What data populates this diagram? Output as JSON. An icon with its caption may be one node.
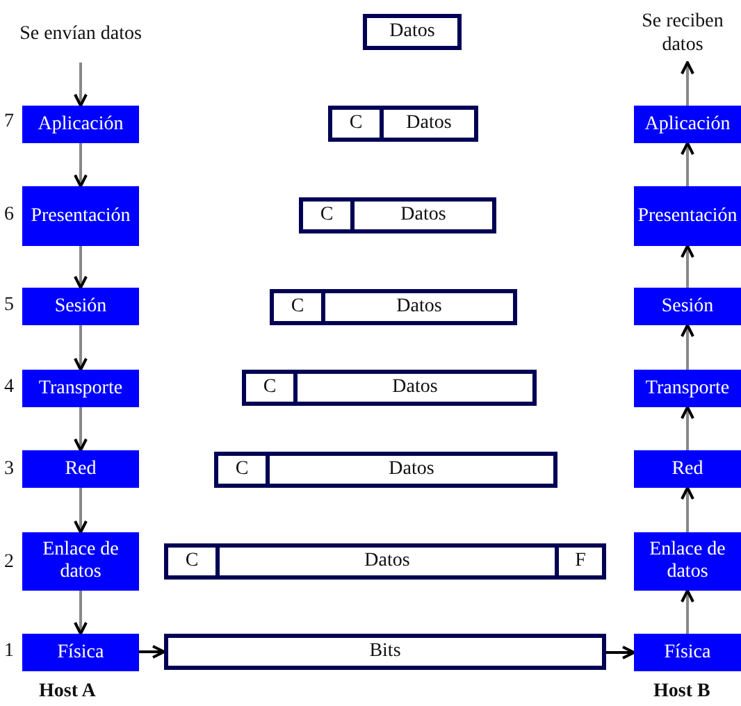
{
  "diagram": {
    "nodes": [
      {
        "text": [
          "Se envían datos"
        ]
      },
      {
        "text": [
          "Aplicación"
        ]
      },
      {
        "text": [
          "Presentación"
        ]
      },
      {
        "text": [
          "Sesión"
        ]
      },
      {
        "text": [
          "Transporte"
        ]
      },
      {
        "text": [
          "Red"
        ]
      },
      {
        "text": [
          "Enlace de datos"
        ]
      },
      {
        "text": [
          "Física"
        ]
      },
      {
        "text": [
          "Datos"
        ]
      },
      {
        "text": [
          "C",
          "Datos"
        ]
      },
      {
        "text": [
          "C",
          "Datos"
        ]
      },
      {
        "text": [
          "C",
          "Datos"
        ]
      },
      {
        "text": [
          "C",
          "Datos"
        ]
      },
      {
        "text": [
          "C",
          "Datos"
        ]
      },
      {
        "text": [
          "C",
          "Datos",
          "F"
        ]
      },
      {
        "text": [
          "Bits"
        ]
      },
      {
        "text": [
          "Aplicación"
        ]
      },
      {
        "text": [
          "Presentación"
        ]
      },
      {
        "text": [
          "Sesión"
        ]
      },
      {
        "text": [
          "Transporte"
        ]
      },
      {
        "text": [
          "Red"
        ]
      },
      {
        "text": [
          "Enlace de datos"
        ]
      },
      {
        "text": [
          "Física"
        ]
      },
      {
        "text": [
          "Se reciben datos"
        ]
      }
    ],
    "edges": [
      {
        "from": 0,
        "to": 1,
        "arrow": "to"
      },
      {
        "from": 1,
        "to": 2,
        "arrow": "to"
      },
      {
        "from": 2,
        "to": 3,
        "arrow": "to"
      },
      {
        "from": 3,
        "to": 4,
        "arrow": "to"
      },
      {
        "from": 4,
        "to": 5,
        "arrow": "to"
      },
      {
        "from": 5,
        "to": 6,
        "arrow": "to"
      },
      {
        "from": 6,
        "to": 7,
        "arrow": "to"
      },
      {
        "from": 7,
        "to": 15,
        "arrow": "to",
        "color": "#000000"
      },
      {
        "from": 15,
        "to": 22,
        "arrow": "to",
        "color": "#000000"
      },
      {
        "from": 22,
        "to": 21,
        "arrow": "to"
      },
      {
        "from": 21,
        "to": 20,
        "arrow": "to"
      },
      {
        "from": 20,
        "to": 19,
        "arrow": "to"
      },
      {
        "from": 19,
        "to": 18,
        "arrow": "to"
      },
      {
        "from": 18,
        "to": 17,
        "arrow": "to"
      },
      {
        "from": 17,
        "to": 16,
        "arrow": "to"
      },
      {
        "from": 16,
        "to": 23,
        "arrow": "to"
      }
    ],
    "labels": [
      "7",
      "6",
      "5",
      "4",
      "3",
      "2",
      "1",
      "Host A",
      "Host B"
    ]
  }
}
